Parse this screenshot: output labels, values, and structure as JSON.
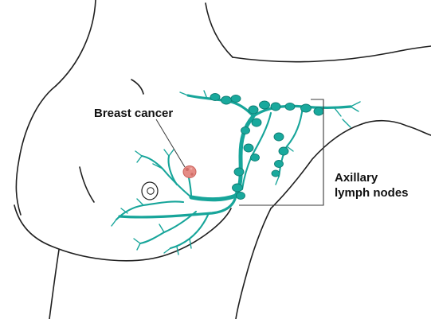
{
  "labels": {
    "tumor": "Breast cancer",
    "nodes_line1": "Axillary",
    "nodes_line2": "lymph nodes"
  },
  "colors": {
    "lymph_vessel": "#17a59a",
    "lymph_node": "#19a99d",
    "tumor": "#e58c86",
    "outline": "#1f1f1f"
  }
}
